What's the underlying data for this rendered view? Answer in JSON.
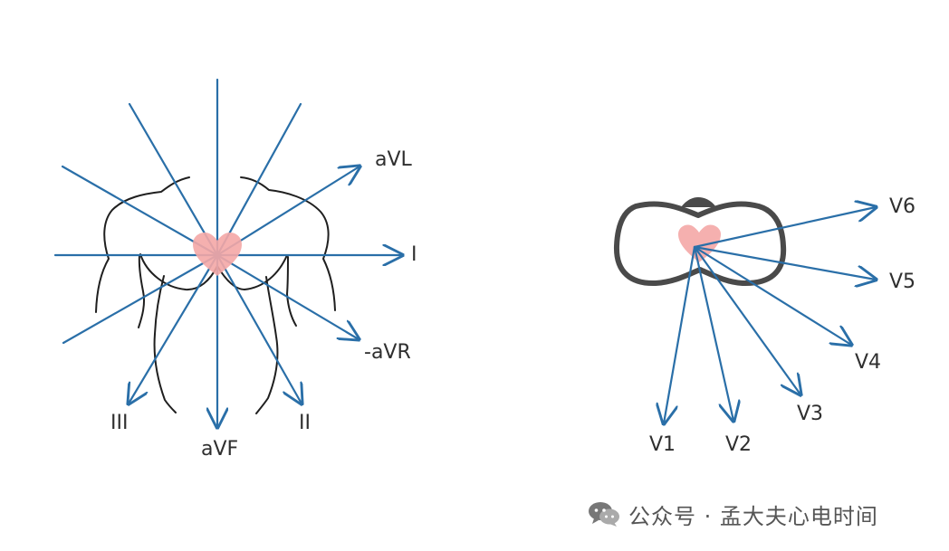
{
  "frontal_plane": {
    "leads": {
      "aVL": "aVL",
      "I": "I",
      "neg_aVR": "-aVR",
      "II": "II",
      "aVF": "aVF",
      "III": "III"
    }
  },
  "horizontal_plane": {
    "leads": {
      "V1": "V1",
      "V2": "V2",
      "V3": "V3",
      "V4": "V4",
      "V5": "V5",
      "V6": "V6"
    }
  },
  "colors": {
    "arrow": "#2a6fa8",
    "heart": "#f4a7a6",
    "body_outline": "#1f1f1f",
    "torso_section": "#4a4a4a",
    "watermark": "#555555"
  },
  "watermark": {
    "text": "公众号 · 孟大夫心电时间",
    "icon": "wechat-icon"
  }
}
